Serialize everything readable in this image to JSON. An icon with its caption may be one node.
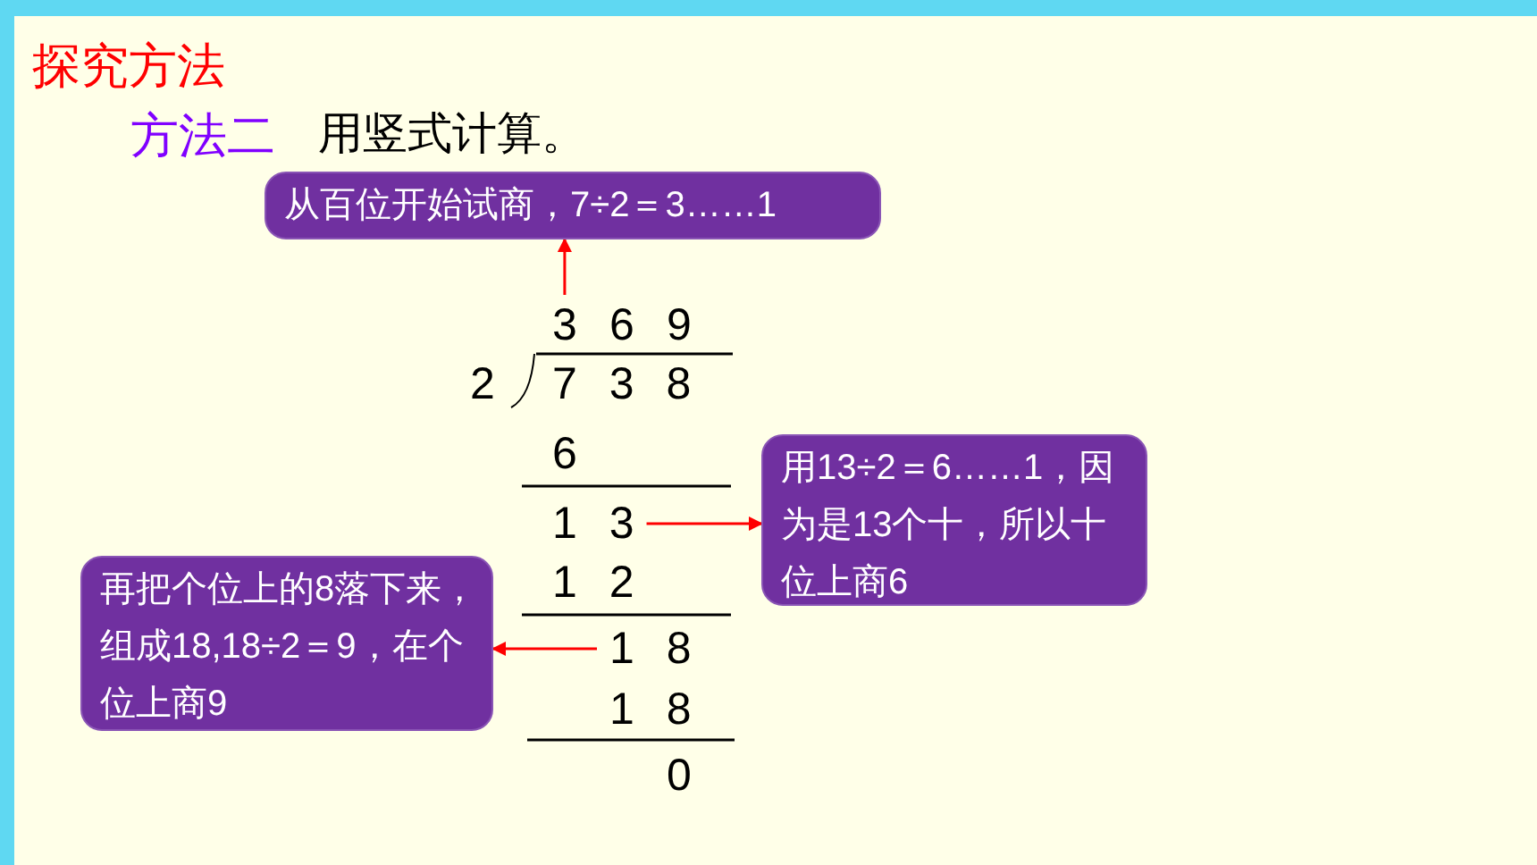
{
  "diagram": {
    "title": "探究方法",
    "nodes": [
      {
        "text": [
          "从百位开始试商，7÷2＝3……1"
        ]
      },
      {
        "text": [
          "用13÷2＝6……1，因为是13个十，所以十位上商6"
        ]
      },
      {
        "text": [
          "再把个位上的8落下来，组成18,18÷2＝9，在个位上商9"
        ]
      },
      {
        "text": [
          "3"
        ]
      },
      {
        "text": [
          "1 3"
        ]
      },
      {
        "text": [
          "1 8"
        ]
      }
    ],
    "edges": [
      {
        "from": 3,
        "to": 0,
        "arrow": "to"
      },
      {
        "from": 4,
        "to": 1,
        "arrow": "to"
      },
      {
        "from": 5,
        "to": 2,
        "arrow": "to"
      }
    ],
    "labels": [
      "方法二",
      "用竖式计算。",
      "6",
      "9",
      "2",
      "7 3 8",
      "6",
      "1 2",
      "1 8",
      "0"
    ]
  }
}
